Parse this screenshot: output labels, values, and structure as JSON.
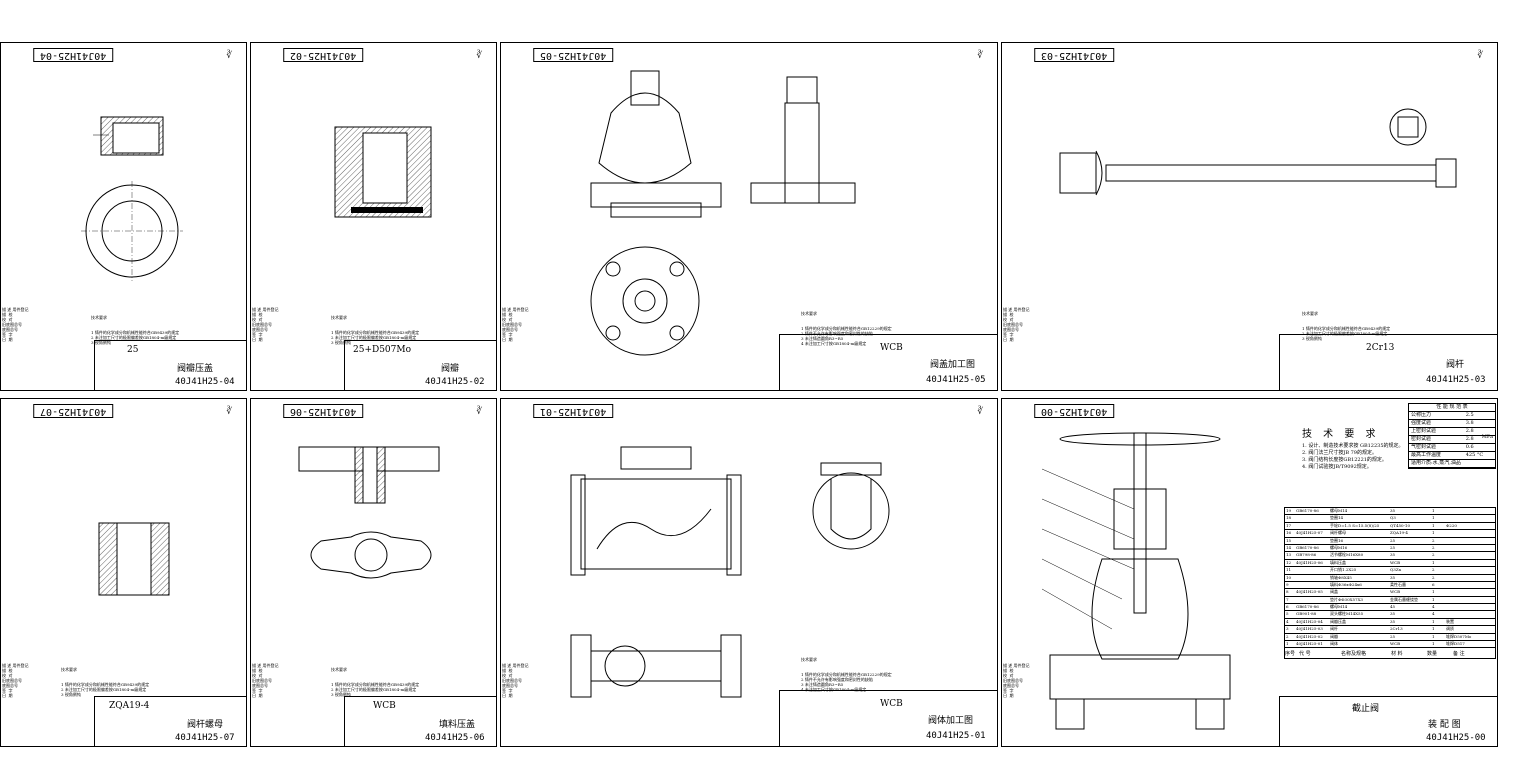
{
  "rough_symbol": "∛",
  "sheets": [
    {
      "code": "40J41H25-04",
      "material": "25",
      "name": "阀瓣压盖",
      "title_code": "40J41H25-04"
    },
    {
      "code": "40J41H25-02",
      "material": "25+D507Mo",
      "name": "阀瓣",
      "title_code": "40J41H25-02"
    },
    {
      "code": "40J41H25-05",
      "material": "WCB",
      "name": "阀盖加工图",
      "title_code": "40J41H25-05"
    },
    {
      "code": "40J41H25-03",
      "material": "2Cr13",
      "name": "阀杆",
      "title_code": "40J41H25-03"
    },
    {
      "code": "40J41H25-07",
      "material": "ZQA19-4",
      "name": "阀杆螺母",
      "title_code": "40J41H25-07"
    },
    {
      "code": "40J41H25-06",
      "material": "WCB",
      "name": "填料压盖",
      "title_code": "40J41H25-06"
    },
    {
      "code": "40J41H25-01",
      "material": "WCB",
      "name": "阀体加工图",
      "title_code": "40J41H25-01"
    },
    {
      "code": "40J41H25-00",
      "material": "截止阀",
      "name": "装 配 图",
      "title_code": "40J41H25-00"
    }
  ],
  "tech": {
    "title": "技术要求",
    "lines_a": "1 铸件的化学成分和机械性能符合GB9439的规定\n2 未注加工尺寸的极限偏差按GB1804-m级规定\n3 锐角倒钝",
    "lines_b": "1 铸件的化学成分和机械性能符合GB12229的规定\n2 铸件不允许有影响强度和密封性的缺陷\n3 未注铸造圆角R3~R5\n4 未注加工尺寸按GB1804-m级规定"
  },
  "assembly": {
    "title": "技 术 要 求",
    "lines": "1. 设计、制造技术要求按 GB12235的规定。\n2. 阀门法兰尺寸按JB 79的规定。\n3. 阀门结构长度按GB12221的规定。\n4. 阀门试验按JB/T9092规定。",
    "perf_title": "性 能 规 范 表",
    "perf": [
      [
        "公称压力",
        "2.5"
      ],
      [
        "强度试验",
        "3.8"
      ],
      [
        "上密封试验",
        "2.8"
      ],
      [
        "密封试验",
        "2.8"
      ],
      [
        "气密封试验",
        "0.6"
      ],
      [
        "最高工作温度",
        "425 °C"
      ],
      [
        "适用介质:水,蒸汽,油品",
        ""
      ]
    ],
    "perf_unit": "MPa",
    "bom_header": [
      "序号",
      "代 号",
      "名称及规格",
      "材 料",
      "数量",
      "备 注"
    ],
    "bom": [
      [
        "19",
        "GB6170-86",
        "螺母M14",
        "35",
        "1",
        ""
      ],
      [
        "18",
        "",
        "垫圈14",
        "Q3",
        "1",
        ""
      ],
      [
        "17",
        "",
        "手轮D=1.5 S=15.5(8)/25",
        "QT450-10",
        "1",
        "Φ220"
      ],
      [
        "16",
        "40J41H25-07",
        "阀杆螺母",
        "ZQA19-4",
        "1",
        ""
      ],
      [
        "15",
        "",
        "垫圈16",
        "25",
        "2",
        ""
      ],
      [
        "14",
        "GB6170-86",
        "螺母M16",
        "25",
        "2",
        ""
      ],
      [
        "13",
        "GB798-86",
        "活节螺栓M16X80",
        "35",
        "2",
        ""
      ],
      [
        "12",
        "40J41H25-06",
        "填料压盖",
        "WCB",
        "1",
        ""
      ],
      [
        "11",
        "",
        "开口销1.2X25",
        "Q3Zn",
        "2",
        ""
      ],
      [
        "10",
        "",
        "销轴Φ8X45",
        "35",
        "2",
        ""
      ],
      [
        "9",
        "",
        "填料Φ36xΦ24x6",
        "柔性石墨",
        "6",
        ""
      ],
      [
        "8",
        "40J41H25-05",
        "阀盖",
        "WCB",
        "1",
        ""
      ],
      [
        "7",
        "",
        "垫片ΦΦ30X57X3",
        "金属石墨缠绕垫",
        "1",
        ""
      ],
      [
        "6",
        "GB6170-86",
        "螺母M14",
        "45",
        "4",
        ""
      ],
      [
        "5",
        "GB901-88",
        "双头螺柱M14X55",
        "35",
        "4",
        ""
      ],
      [
        "4",
        "40J41H25-04",
        "阀瓣压盖",
        "35",
        "1",
        "装置"
      ],
      [
        "3",
        "40J41H25-03",
        "阀杆",
        "2Cr13",
        "1",
        "调质"
      ],
      [
        "2",
        "40J41H25-02",
        "阀瓣",
        "25",
        "1",
        "堆焊D507Mo"
      ],
      [
        "1",
        "40J41H25-01",
        "阀体",
        "WCB",
        "1",
        "堆焊D517"
      ]
    ]
  },
  "side_labels": "描 述 用件登记\n描  校\n校  对\n旧底图总号\n底图总号\n签  字\n日  期"
}
